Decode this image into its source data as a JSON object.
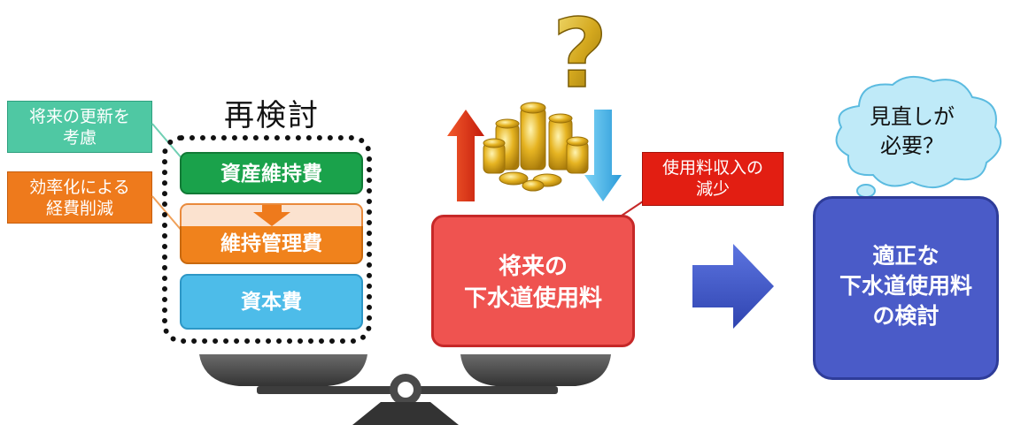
{
  "title": "再検討",
  "callouts": {
    "future_update_line1": "将来の更新を",
    "future_update_line2": "考慮",
    "efficiency_line1": "効率化による",
    "efficiency_line2": "経費削減",
    "revenue_line1": "使用料収入の",
    "revenue_line2": "減少"
  },
  "costs": {
    "asset_maintenance": "資産維持費",
    "operation_management": "維持管理費",
    "capital": "資本費"
  },
  "future_fee": {
    "line1": "将来の",
    "line2": "下水道使用料"
  },
  "question_mark": "?",
  "cloud": {
    "line1": "見直しが",
    "line2": "必要？"
  },
  "result": {
    "line1": "適正な",
    "line2": "下水道使用料",
    "line3": "の検討"
  },
  "colors": {
    "teal": "#4fc8a3",
    "orange": "#ee7a1c",
    "red": "#e21e12",
    "green": "#1aa24b",
    "blue": "#4dbce9",
    "navy": "#4a5bc8",
    "arrow_blue": "#3f58c9"
  }
}
